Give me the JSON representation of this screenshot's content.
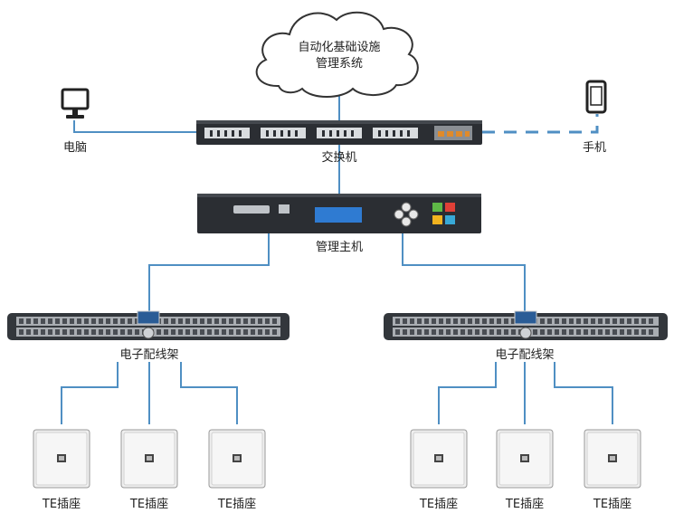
{
  "cloud": {
    "line1": "自动化基础设施",
    "line2": "管理系统"
  },
  "pc_label": "电脑",
  "phone_label": "手机",
  "switch_label": "交换机",
  "host_label": "管理主机",
  "patch_panels": [
    {
      "label": "电子配线架"
    },
    {
      "label": "电子配线架"
    }
  ],
  "outlets": [
    {
      "label": "TE插座"
    },
    {
      "label": "TE插座"
    },
    {
      "label": "TE插座"
    },
    {
      "label": "TE插座"
    },
    {
      "label": "TE插座"
    },
    {
      "label": "TE插座"
    }
  ],
  "colors": {
    "link": "#4f8fc3",
    "device_dark": "#2b2e33",
    "panel_dark": "#33373c",
    "outlet_face": "#efefef",
    "btn_green": "#5fb847",
    "btn_red": "#e04037",
    "btn_yellow": "#f2b31f",
    "btn_blue": "#38a9d7",
    "display": "#2f7bd2"
  }
}
